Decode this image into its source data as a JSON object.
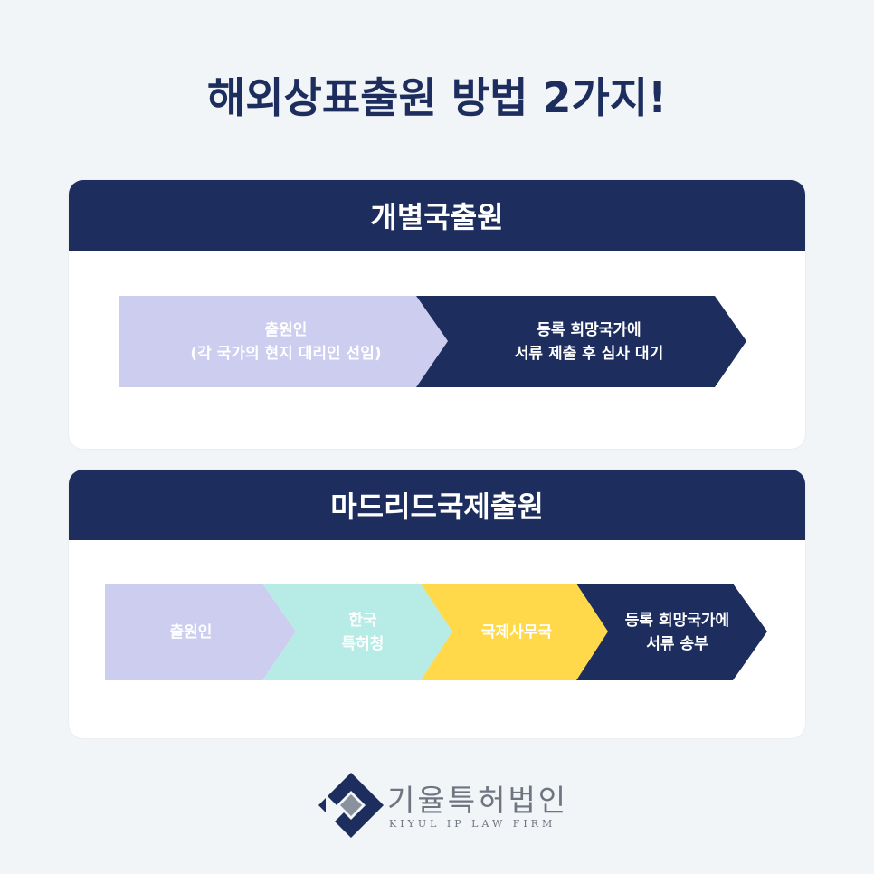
{
  "title": "해외상표출원 방법 2가지!",
  "sections": [
    {
      "heading": "개별국출원",
      "steps": [
        {
          "label": "출원인\n(각 국가의 현지 대리인 선임)",
          "color": "#cccdef",
          "text_color": "#ffffff"
        },
        {
          "label": "등록 희망국가에\n서류 제출 후 심사 대기",
          "color": "#1c2d5e",
          "text_color": "#ffffff"
        }
      ]
    },
    {
      "heading": "마드리드국제출원",
      "steps": [
        {
          "label": "출원인",
          "color": "#cccdef",
          "text_color": "#ffffff"
        },
        {
          "label": "한국\n특허청",
          "color": "#b6ebe6",
          "text_color": "#ffffff"
        },
        {
          "label": "국제사무국",
          "color": "#ffd94a",
          "text_color": "#ffffff"
        },
        {
          "label": "등록 희망국가에\n서류 송부",
          "color": "#1c2d5e",
          "text_color": "#ffffff"
        }
      ]
    }
  ],
  "logo": {
    "name_ko": "기율특허법인",
    "name_en": "KIYUL IP LAW FIRM"
  },
  "colors": {
    "navy": "#1c2d5e",
    "background": "#f2f5f7"
  }
}
